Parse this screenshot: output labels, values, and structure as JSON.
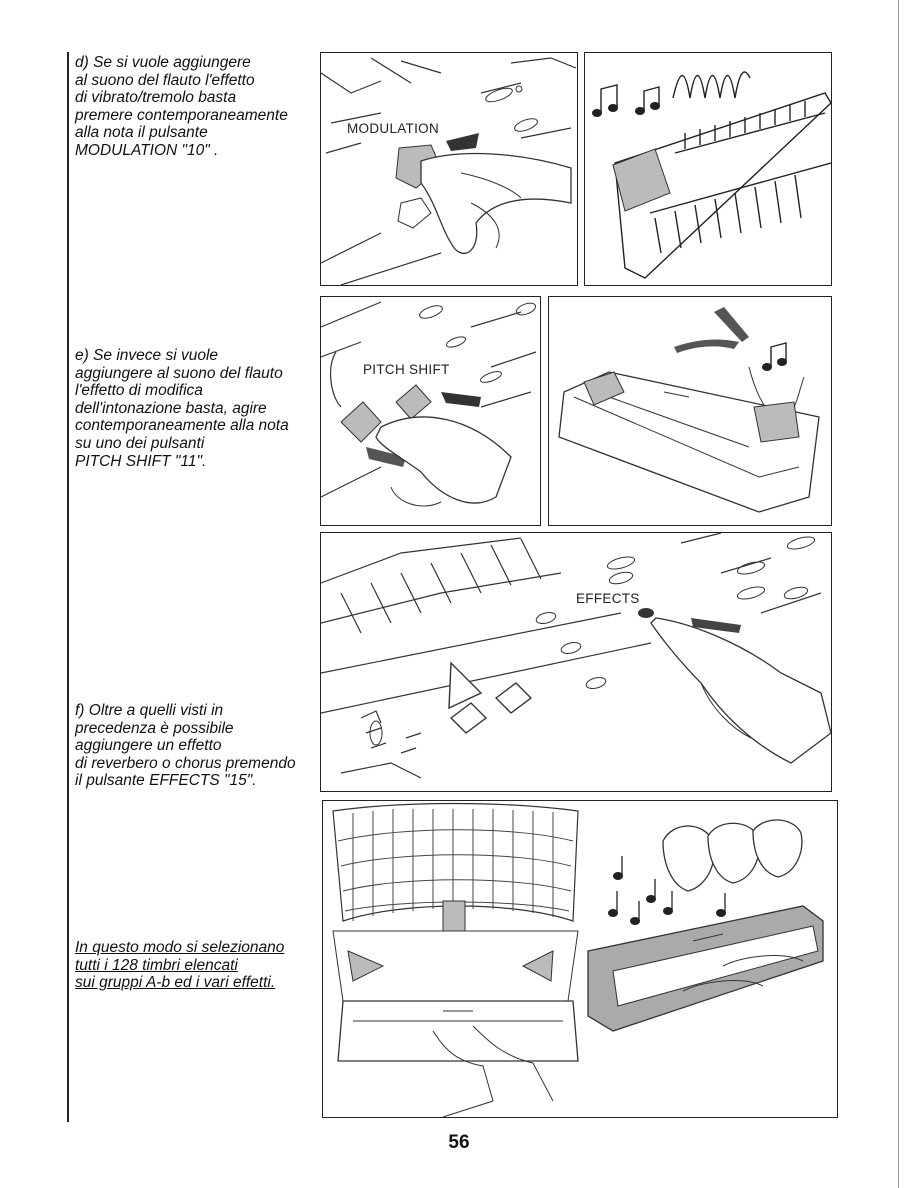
{
  "sections": {
    "d": [
      "d) Se si vuole aggiungere",
      "al suono del flauto l'effetto",
      "di vibrato/tremolo  basta",
      "premere contemporaneamente",
      "alla nota il pulsante",
      "MODULATION \"10\" ."
    ],
    "e": [
      "e) Se  invece si vuole",
      "aggiungere al suono del flauto",
      "l'effetto di modifica",
      "dell'intonazione basta, agire",
      "contemporaneamente alla nota",
      "su uno dei pulsanti",
      "PITCH SHIFT \"11\"."
    ],
    "f": [
      "f) Oltre a quelli visti in",
      "precedenza è possibile",
      "aggiungere un effetto",
      "di reverbero o chorus premendo",
      "il pulsante EFFECTS \"15\"."
    ],
    "summary": [
      "In questo modo si selezionano",
      "tutti i 128 timbri elencati",
      "sui gruppi A-b ed i vari effetti."
    ]
  },
  "labels": {
    "modulation": "MODULATION",
    "pitch_shift": "PITCH SHIFT",
    "effects": "EFFECTS"
  },
  "page_number": "56"
}
